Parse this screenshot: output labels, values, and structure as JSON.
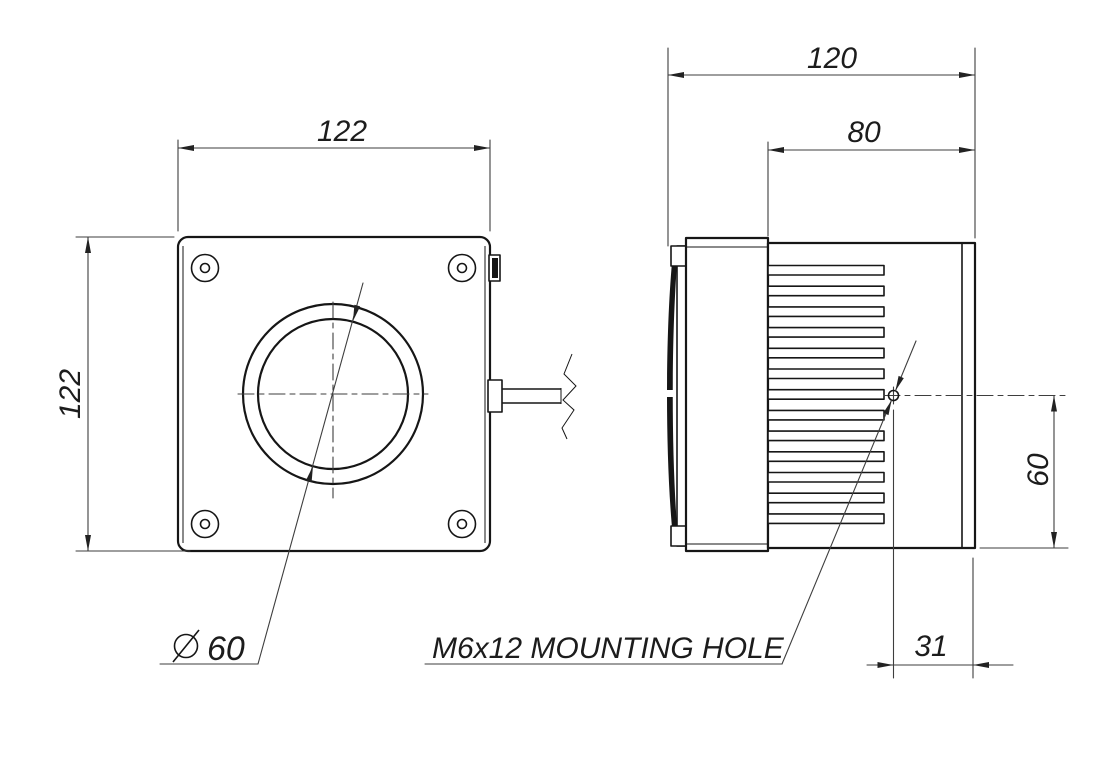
{
  "colors": {
    "background": "#ffffff",
    "line": "#161616",
    "dim_line": "#3e3e3e",
    "text": "#1c1c1c"
  },
  "front_view": {
    "width_dim": "122",
    "height_dim": "122",
    "aperture_symbol": "⌀",
    "aperture_dim": "60"
  },
  "side_view": {
    "depth_dim": "120",
    "heatsink_depth_dim": "80",
    "hole_height_dim": "60",
    "hole_offset_dim": "31"
  },
  "note": {
    "mounting_hole": "M6x12 MOUNTING HOLE"
  }
}
